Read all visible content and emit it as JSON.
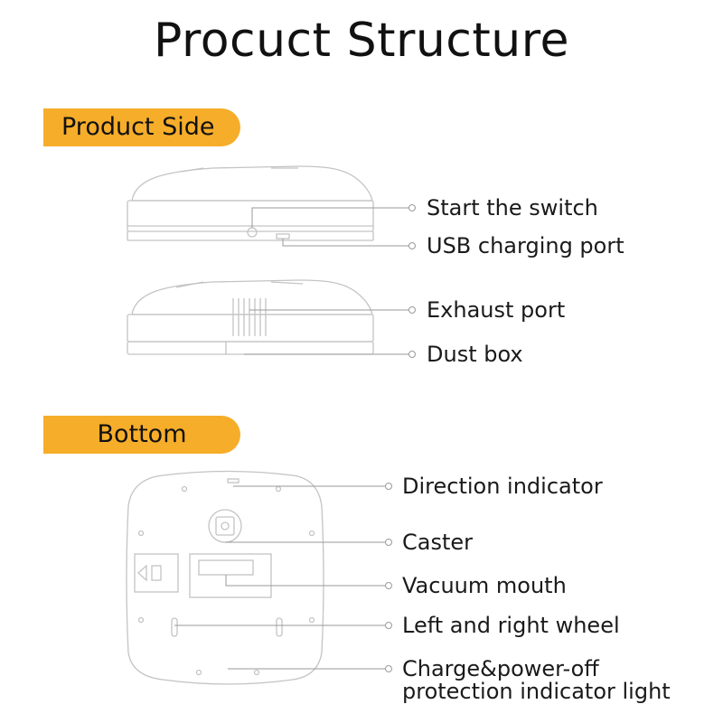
{
  "title": "Procuct Structure",
  "sections": {
    "product_side": "Product Side",
    "bottom": "Bottom"
  },
  "labels": {
    "start_switch": "Start the switch",
    "usb_port": "USB charging port",
    "exhaust_port": "Exhaust port",
    "dust_box": "Dust box",
    "direction_indicator": "Direction indicator",
    "caster": "Caster",
    "vacuum_mouth": "Vacuum mouth",
    "wheel": "Left and right wheel",
    "charge_line1": "Charge&power-off",
    "charge_line2": "protection indicator light"
  },
  "colors": {
    "pill": "#f6ad2a",
    "outline": "#bdbdbd",
    "leader": "#9a9a9a"
  }
}
